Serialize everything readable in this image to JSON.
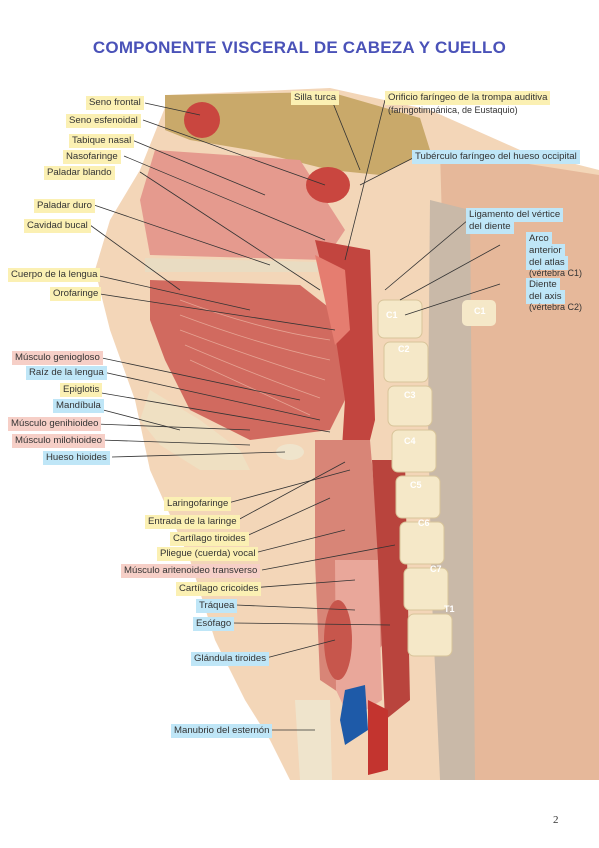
{
  "title": "COMPONENTE VISCERAL DE CABEZA Y CUELLO",
  "page_number": "2",
  "left_labels": [
    {
      "text": "Seno frontal",
      "hl": "y"
    },
    {
      "text": "Seno esfenoidal",
      "hl": "y"
    },
    {
      "text": "Tabique nasal",
      "hl": "y"
    },
    {
      "text": "Nasofaringe",
      "hl": "y"
    },
    {
      "text": "Paladar blando",
      "hl": "y"
    },
    {
      "text": "Paladar duro",
      "hl": "y"
    },
    {
      "text": "Cavidad bucal",
      "hl": "y"
    },
    {
      "text": "Cuerpo de la lengua",
      "hl": "y"
    },
    {
      "text": "Orofaringe",
      "hl": "y"
    },
    {
      "text": "Músculo geniogloso",
      "hl": "p"
    },
    {
      "text": "Raíz de la lengua",
      "hl": "b"
    },
    {
      "text": "Epiglotis",
      "hl": "y"
    },
    {
      "text": "Mandíbula",
      "hl": "b"
    },
    {
      "text": "Músculo genihioideo",
      "hl": "p"
    },
    {
      "text": "Músculo milohioideo",
      "hl": "p"
    },
    {
      "text": "Hueso hioides",
      "hl": "b"
    }
  ],
  "bottom_labels": [
    {
      "text": "Laringofaringe",
      "hl": "y"
    },
    {
      "text": "Entrada de la laringe",
      "hl": "y"
    },
    {
      "text": "Cartílago tiroides",
      "hl": "y"
    },
    {
      "text": "Pliegue (cuerda) vocal",
      "hl": "y"
    },
    {
      "text": "Músculo aritenoideo transverso",
      "hl": "p"
    },
    {
      "text": "Cartílago cricoides",
      "hl": "y"
    },
    {
      "text": "Tráquea",
      "hl": "b"
    },
    {
      "text": "Esófago",
      "hl": "b"
    },
    {
      "text": "Glándula tiroides",
      "hl": "b"
    },
    {
      "text": "Manubrio del esternón",
      "hl": "b"
    }
  ],
  "top_labels": {
    "silla_turca": "Silla turca",
    "orificio_line1": "Orificio faríngeo de la trompa auditiva",
    "orificio_line2": "(faringotimpánica, de Eustaquio)",
    "tuberculo": "Tubérculo faríngeo del hueso occipital",
    "ligamento_line1": "Ligamento del vértice",
    "ligamento_line2": "del diente",
    "arco_line1": "Arco",
    "arco_line2": "anterior",
    "arco_line3": "del atlas",
    "arco_line4": "(vértebra C1)",
    "diente_line1": "Diente",
    "diente_line2": "del axis",
    "diente_line3": "(vértebra C2)"
  },
  "vertebrae": [
    "C1",
    "C1",
    "C2",
    "C3",
    "C4",
    "C5",
    "C6",
    "C7",
    "T1"
  ],
  "colors": {
    "title": "#4a52b8",
    "highlight_yellow": "#fbf0b3",
    "highlight_blue": "#bfe6f7",
    "highlight_pink": "#f6cfc7"
  }
}
